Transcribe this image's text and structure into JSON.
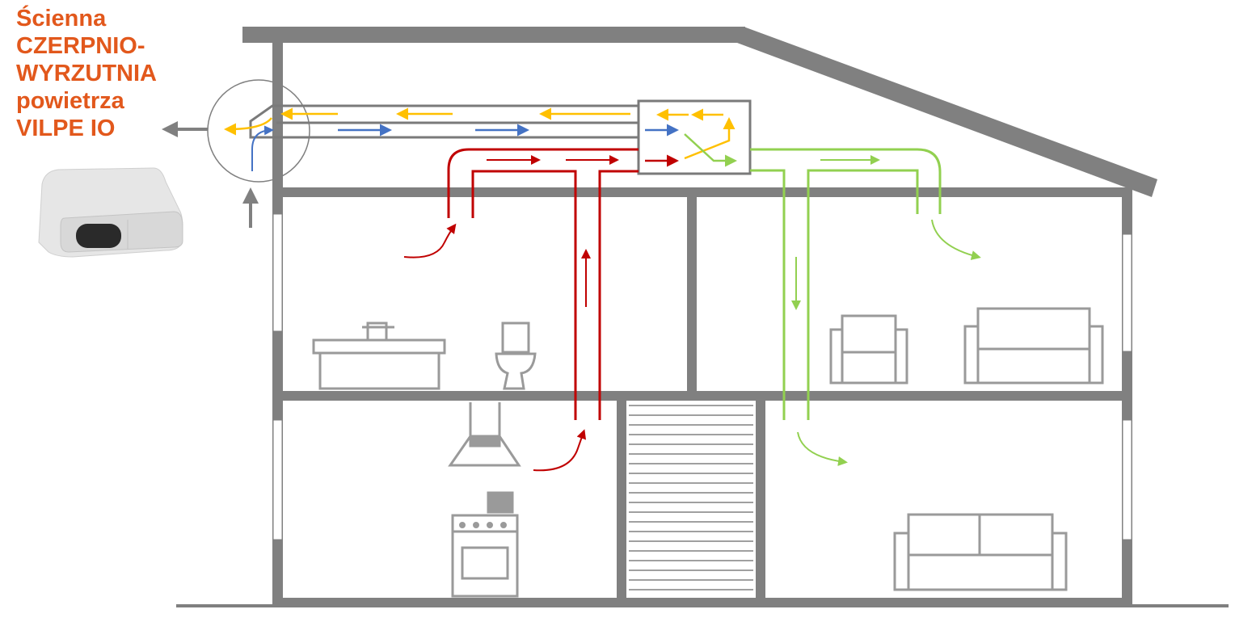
{
  "title": {
    "lines": [
      "Ścienna",
      "CZERPNIO-",
      "WYRZUTNIA",
      "powietrza",
      "VILPE IO"
    ]
  },
  "colors": {
    "title": "#e2581c",
    "structure": "#808080",
    "exhaust": "#ffc000",
    "fresh": "#4472c4",
    "extract": "#c00000",
    "supply": "#92d050"
  }
}
